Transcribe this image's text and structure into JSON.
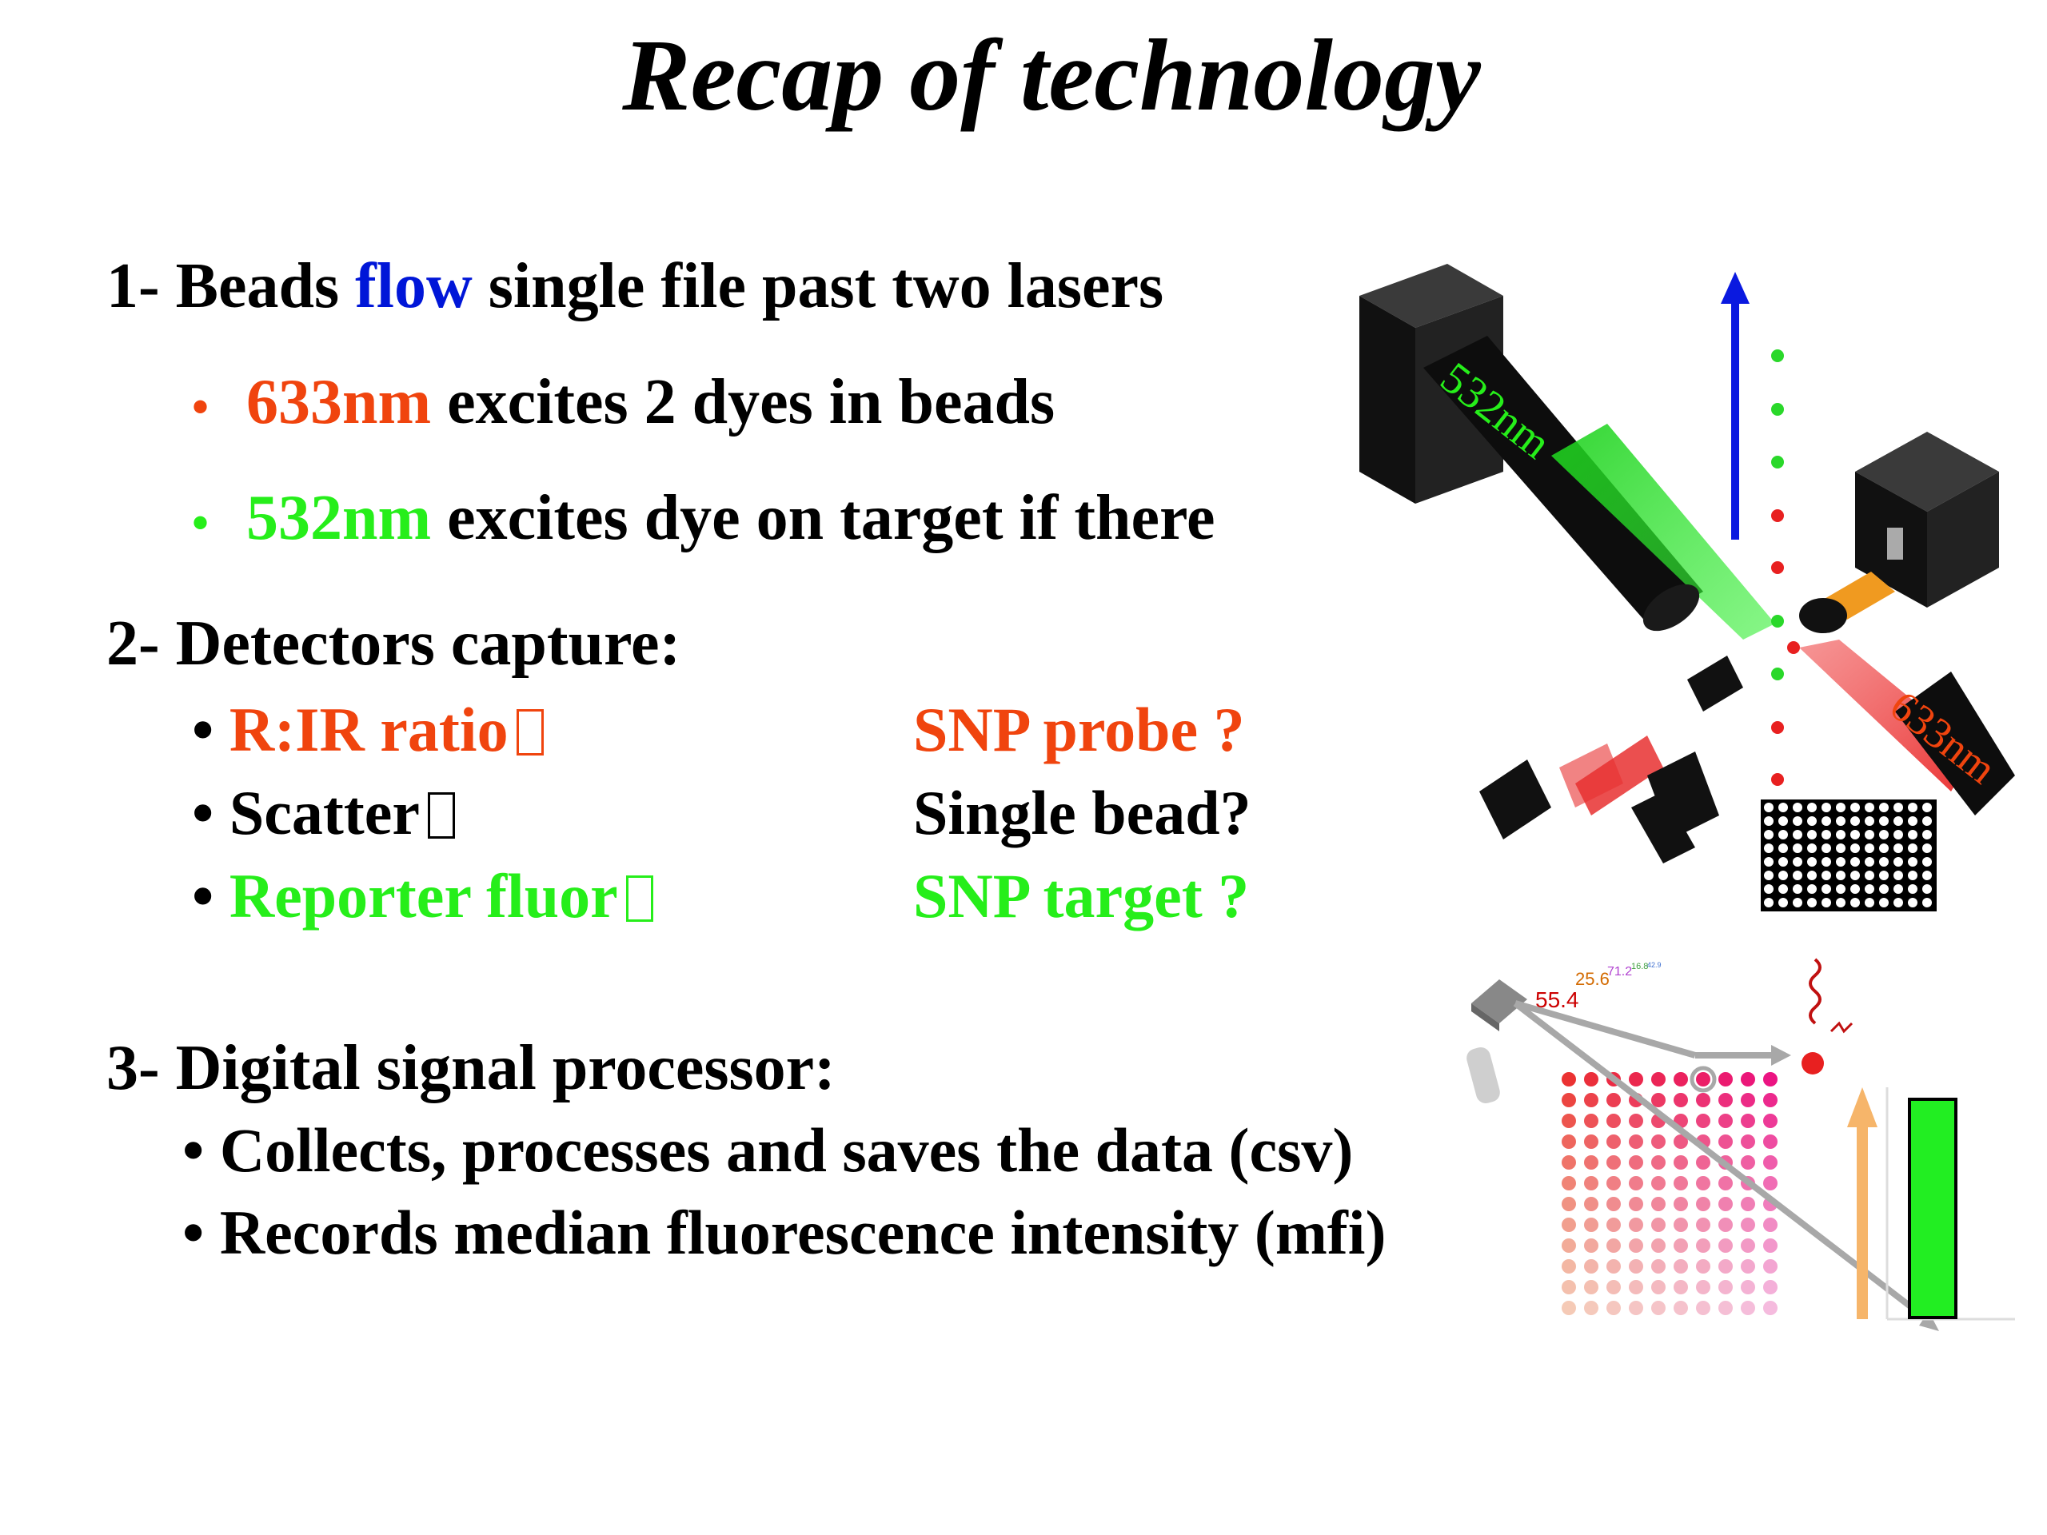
{
  "slide": {
    "title": "Recap of technology",
    "item1": {
      "prefix": "1- Beads ",
      "highlight": "flow",
      "suffix": " single file past two lasers",
      "highlight_color": "#0016d8",
      "bullets": [
        {
          "bullet": "•",
          "keyword": "633nm",
          "rest": " excites 2 dyes in beads",
          "color": "#f0440e"
        },
        {
          "bullet": "•",
          "keyword": "532nm",
          "rest": " excites dye on target if there",
          "color": "#26ee1a"
        }
      ]
    },
    "item2": {
      "heading": "2- Detectors capture:",
      "rows": [
        {
          "bullet": "•",
          "left": "R:IR ratio",
          "right": "SNP probe ?",
          "color": "#f0440e"
        },
        {
          "bullet": "•",
          "left": "Scatter",
          "right": "Single bead?",
          "color": "#000000"
        },
        {
          "bullet": "•",
          "left": "Reporter fluor",
          "right": "SNP target ?",
          "color": "#26ee1a"
        }
      ]
    },
    "item3": {
      "heading": "3- Digital signal processor:",
      "bullets": [
        {
          "bullet": "•",
          "text": "Collects, processes and saves the data (csv)"
        },
        {
          "bullet": "•",
          "text": "Records median fluorescence intensity (mfi)"
        }
      ]
    },
    "diagram_labels": {
      "laser_green": "532nm",
      "laser_red": "633nm",
      "values": [
        "55.4",
        "25.6",
        "71.2",
        "16.8",
        "42.9"
      ]
    }
  }
}
